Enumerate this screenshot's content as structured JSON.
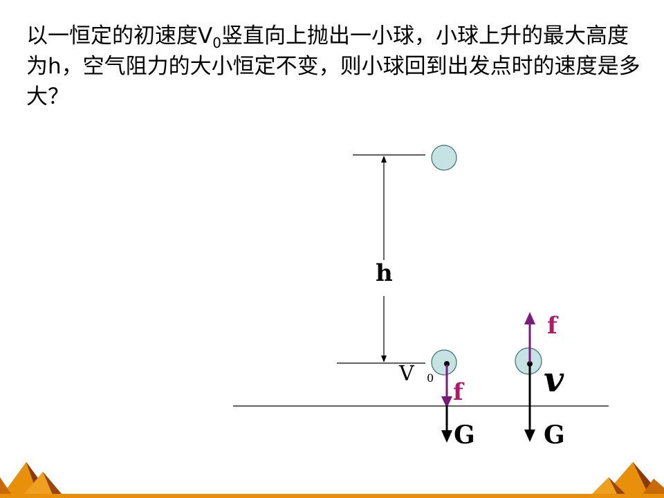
{
  "problem": {
    "part1": "以一恒定的初速度V",
    "sub": "0",
    "part2": "竖直向上抛出一小球，小球上升的最大高度为h，空气阻力的大小恒定不变，则小球回到出发点时的速度是多大？"
  },
  "diagram": {
    "height_label": "h",
    "v0_label": "V",
    "v0_sub": "0",
    "friction_label_left": "f",
    "friction_label_right": "f",
    "gravity_label_left": "G",
    "gravity_label_right": "G",
    "velocity_label": "v"
  },
  "colors": {
    "ball_fill": "#c6e3e3",
    "friction_arrow": "#7a1a7a",
    "friction_text": "#b0186a",
    "decor_orange": "#e8900c",
    "decor_dark": "#8a3a08"
  }
}
